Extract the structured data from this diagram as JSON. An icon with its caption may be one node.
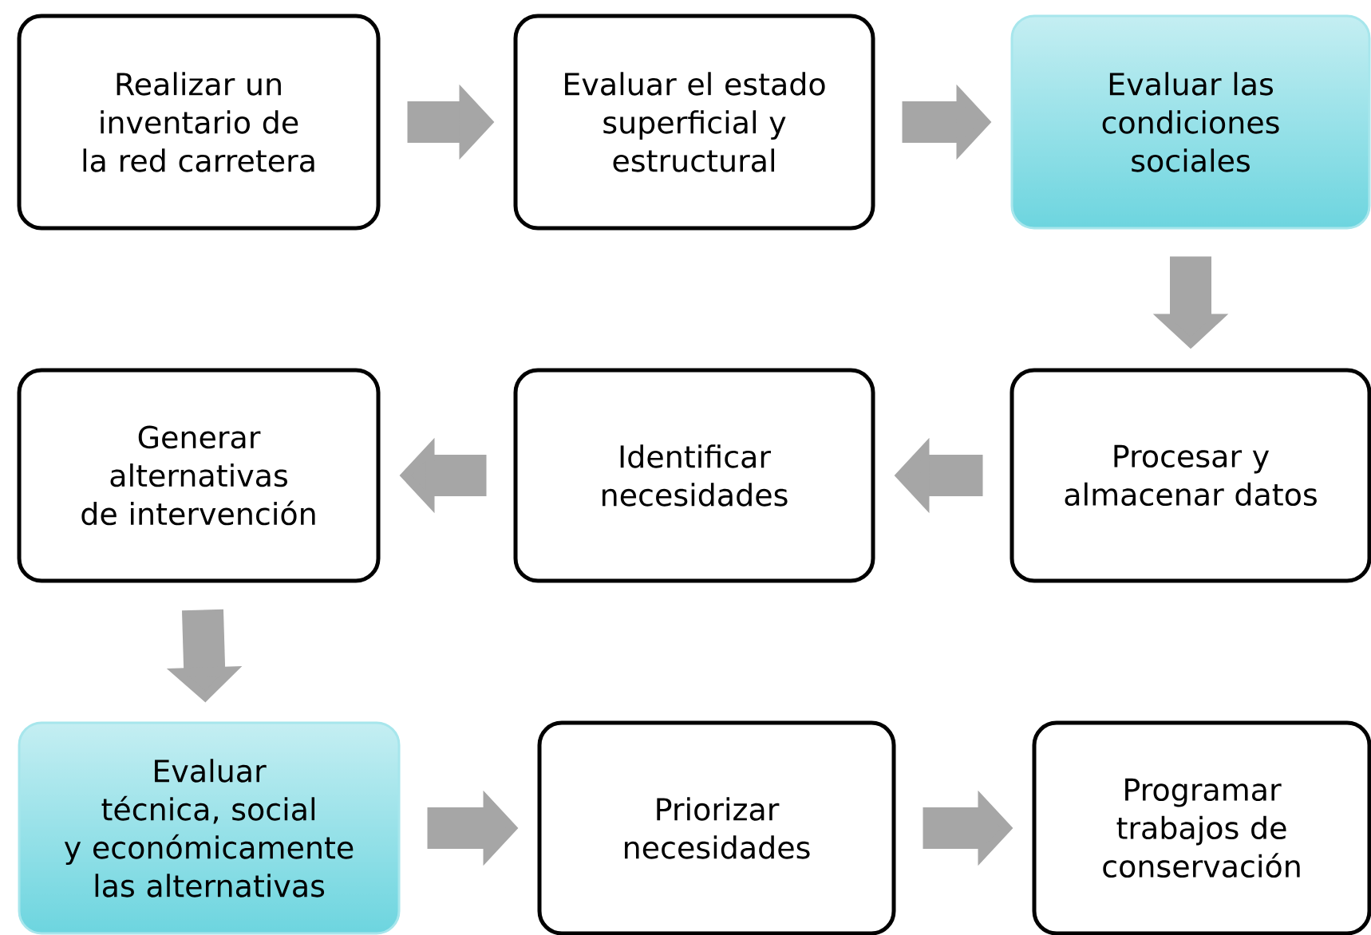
{
  "diagram": {
    "nodes": [
      {
        "text": [
          "Realizar un inventario de la red carretera"
        ]
      },
      {
        "text": [
          "Evaluar el estado superficial y estructural"
        ]
      },
      {
        "text": [
          "Evaluar las condiciones sociales"
        ]
      },
      {
        "text": [
          "Generar alternativas de intervención"
        ]
      },
      {
        "text": [
          "Identificar necesidades"
        ]
      },
      {
        "text": [
          "Procesar  y almacenar datos"
        ]
      },
      {
        "text": [
          "Evaluar técnica, social y económicamente las alternativas"
        ]
      },
      {
        "text": [
          "Priorizar necesidades"
        ]
      },
      {
        "text": [
          "Programar trabajos de conservación"
        ]
      }
    ],
    "edges": [
      {
        "from": 0,
        "to": 1,
        "arrow": "to"
      },
      {
        "from": 1,
        "to": 2,
        "arrow": "to"
      },
      {
        "from": 2,
        "to": 5,
        "arrow": "to"
      },
      {
        "from": 5,
        "to": 4,
        "arrow": "to"
      },
      {
        "from": 4,
        "to": 3,
        "arrow": "to"
      },
      {
        "from": 3,
        "to": 6,
        "arrow": "to"
      },
      {
        "from": 6,
        "to": 7,
        "arrow": "to"
      },
      {
        "from": 7,
        "to": 8,
        "arrow": "to"
      }
    ]
  }
}
